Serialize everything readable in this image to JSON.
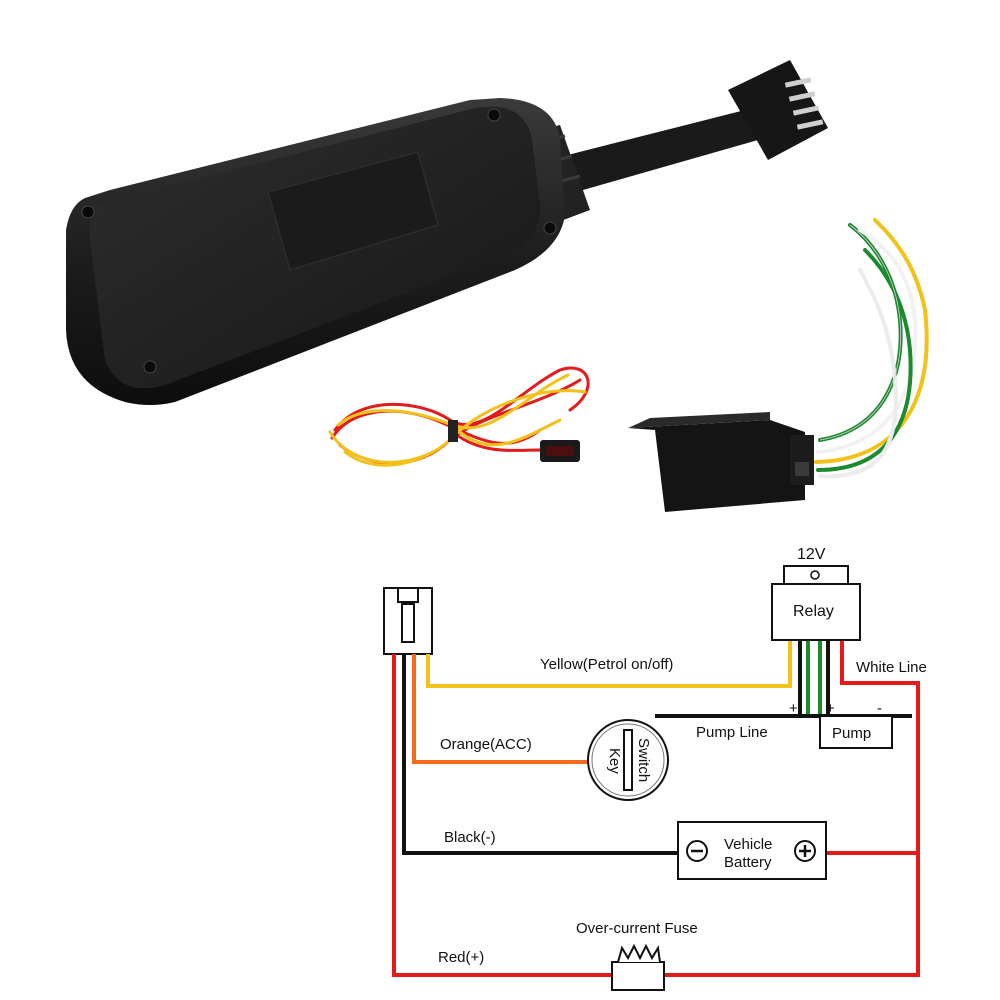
{
  "diagram": {
    "labels": {
      "relay_voltage": "12V",
      "relay": "Relay",
      "yellow": "Yellow(Petrol on/off)",
      "white_line": "White Line",
      "pump_line": "Pump Line",
      "pump": "Pump",
      "orange": "Orange(ACC)",
      "key": "Key",
      "switch": "Switch",
      "black": "Black(-)",
      "vehicle": "Vehicle",
      "battery": "Battery",
      "fuse": "Over-current Fuse",
      "red": "Red(+)",
      "plus1": "+",
      "plus2": "+",
      "minus": "-"
    },
    "wire_colors": {
      "yellow": "#f2c21b",
      "orange": "#f26b1d",
      "black": "#111111",
      "red": "#e31b1b",
      "green": "#1c8a2e",
      "device": "#1f1f1f"
    }
  }
}
